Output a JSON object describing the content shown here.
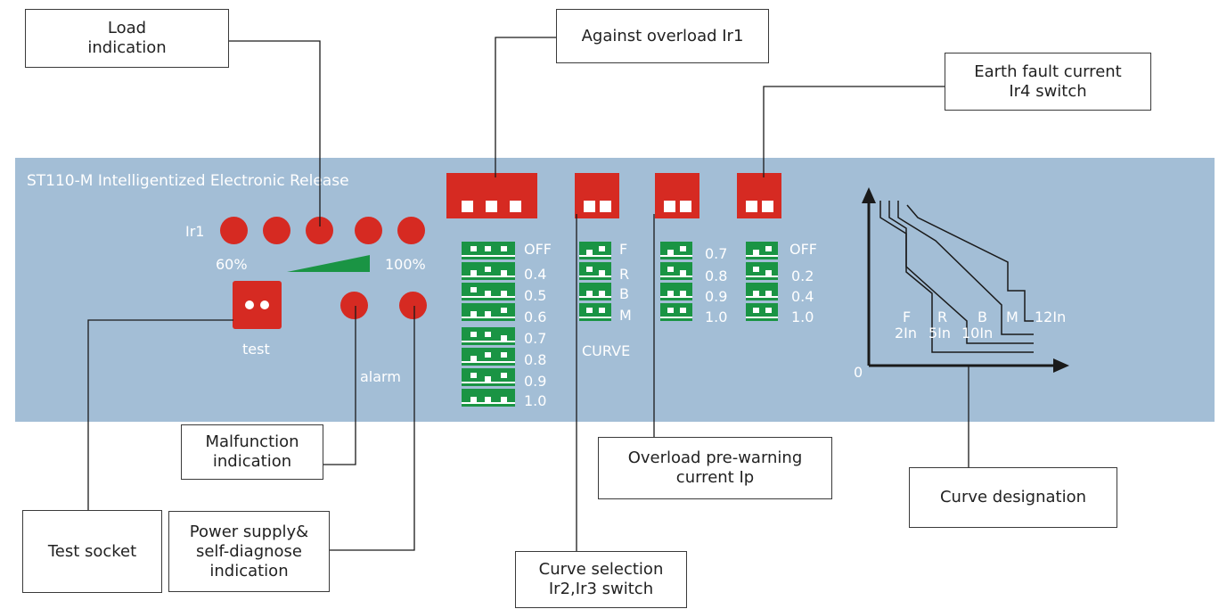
{
  "panel": {
    "title": "ST110-M Intelligentized Electronic Release",
    "ir1_label": "Ir1",
    "pct_min": "60%",
    "pct_max": "100%",
    "test_label": "test",
    "alarm_label": "alarm",
    "curve_label": "CURVE",
    "led_color": "#d62a22",
    "switch_color": "#1a9444",
    "panel_color": "#a3bed6"
  },
  "switch_groups": {
    "ir1": [
      "OFF",
      "0.4",
      "0.5",
      "0.6",
      "0.7",
      "0.8",
      "0.9",
      "1.0"
    ],
    "curve": [
      "F",
      "R",
      "B",
      "M"
    ],
    "ip": [
      "0.7",
      "0.8",
      "0.9",
      "1.0"
    ],
    "ir4": [
      "OFF",
      "0.2",
      "0.4",
      "1.0"
    ]
  },
  "curve_graph": {
    "origin": "0",
    "labels": [
      "F",
      "R",
      "B",
      "M"
    ],
    "multiples": [
      "2In",
      "5In",
      "10In",
      "12In"
    ]
  },
  "callouts": {
    "load_indication": "Load\nindication",
    "against_overload": "Against overload  Ir1",
    "earth_fault": "Earth fault current\nIr4 switch",
    "malfunction": "Malfunction\nindication",
    "overload_prewarning": "Overload pre-warning\ncurrent Ip",
    "curve_designation": "Curve designation",
    "test_socket": "Test socket",
    "power_supply": "Power supply&\nself-diagnose\nindication",
    "curve_selection": "Curve selection\nIr2,Ir3 switch"
  }
}
